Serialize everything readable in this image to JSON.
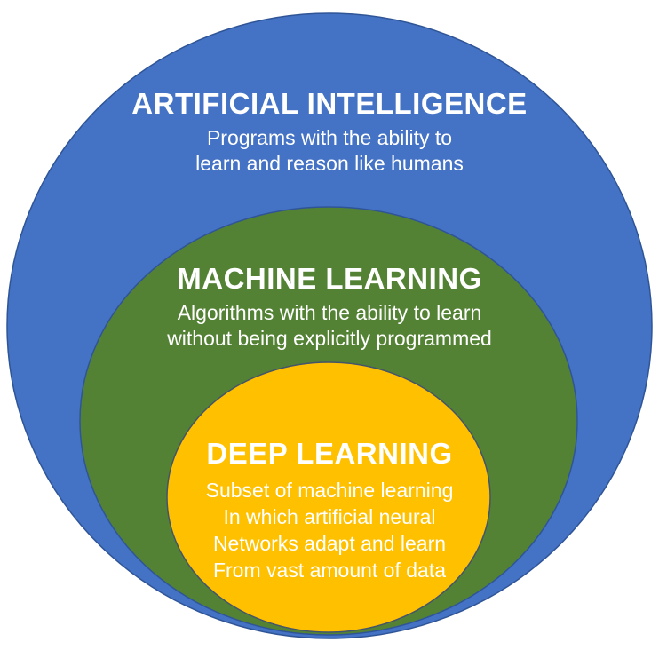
{
  "diagram": {
    "type": "nested-venn",
    "background_color": "#ffffff",
    "text_color": "#ffffff",
    "rings": [
      {
        "id": "artificial-intelligence",
        "title": "ARTIFICIAL INTELLIGENCE",
        "description": "Programs with the ability to\nlearn and reason like humans",
        "fill": "#4472C4",
        "stroke": "#2F5597"
      },
      {
        "id": "machine-learning",
        "title": "MACHINE LEARNING",
        "description": "Algorithms with the ability to learn\nwithout being explicitly programmed",
        "fill": "#548235",
        "stroke": "#2F5597"
      },
      {
        "id": "deep-learning",
        "title": "DEEP LEARNING",
        "description": "Subset of machine learning\nIn which artificial neural\nNetworks adapt and learn\nFrom vast amount of data",
        "fill": "#FFC000",
        "stroke": "#44546A"
      }
    ]
  }
}
